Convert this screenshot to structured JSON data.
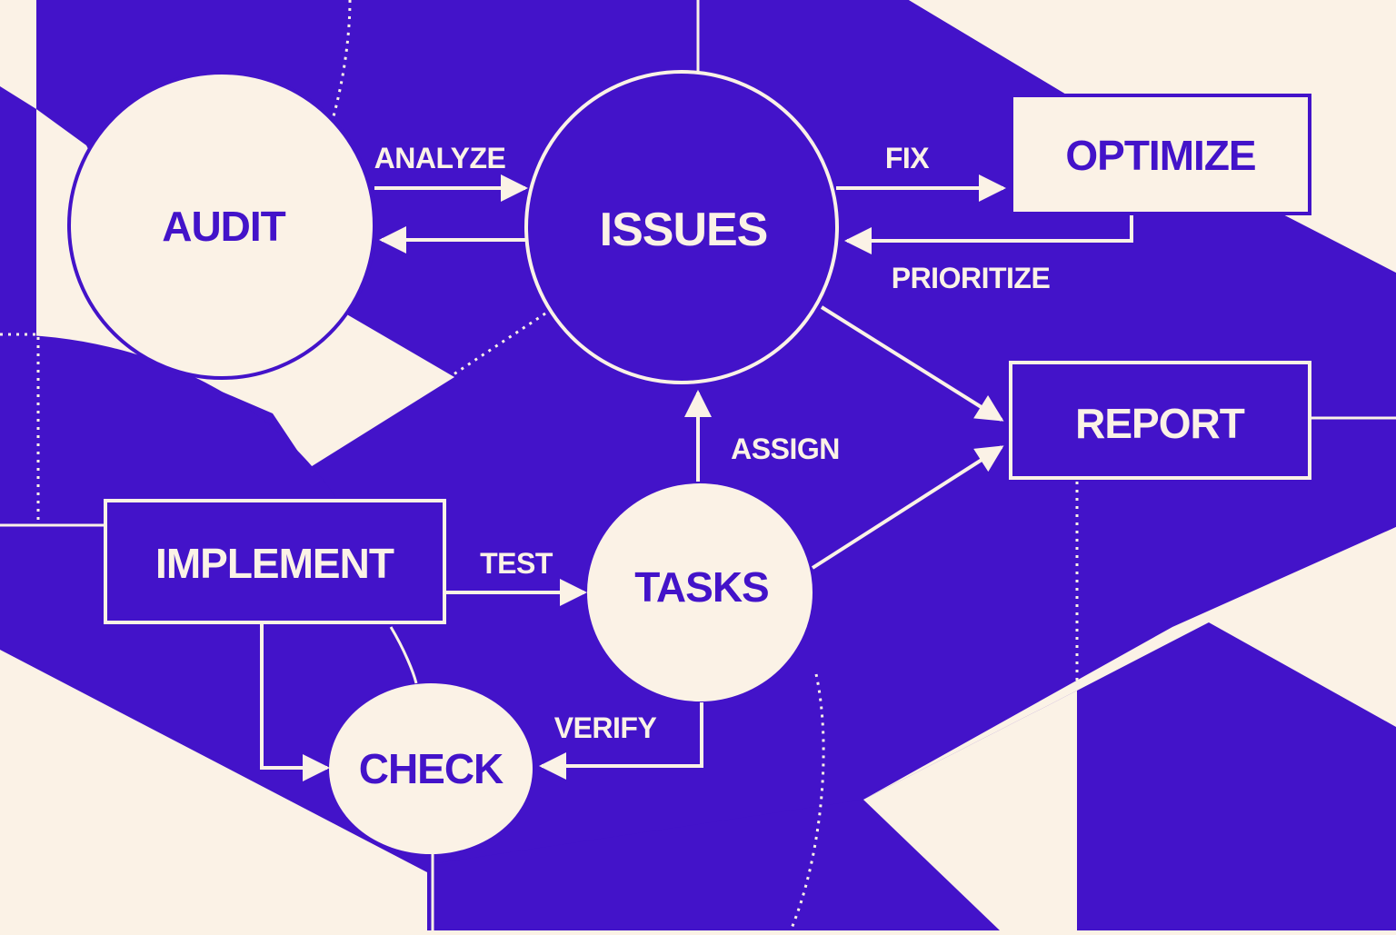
{
  "colors": {
    "purple": "#4313C9",
    "cream": "#FBF2E6"
  },
  "nodes": {
    "audit": "AUDIT",
    "issues": "ISSUES",
    "optimize": "OPTIMIZE",
    "report": "REPORT",
    "implement": "IMPLEMENT",
    "tasks": "TASKS",
    "check": "CHECK"
  },
  "edges": {
    "analyze": "ANALYZE",
    "fix": "FIX",
    "prioritize": "PRIORITIZE",
    "assign": "ASSIGN",
    "test": "TEST",
    "verify": "VERIFY"
  }
}
